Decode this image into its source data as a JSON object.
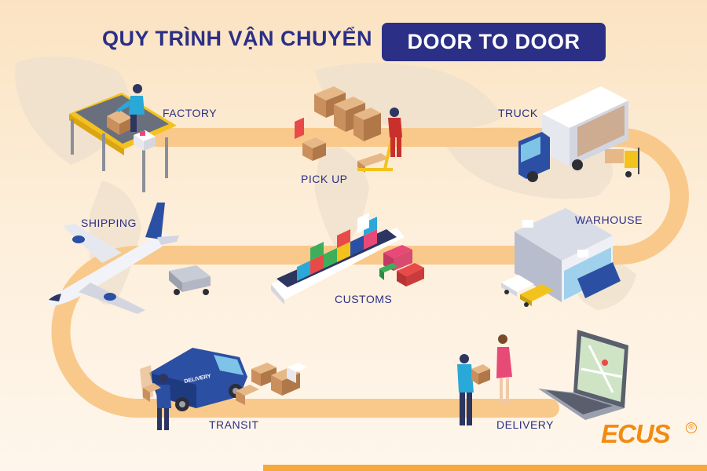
{
  "header": {
    "title": "QUY TRÌNH VẬN CHUYỂN",
    "badge": "DOOR TO DOOR"
  },
  "steps": {
    "factory": "FACTORY",
    "pickup": "PICK UP",
    "truck": "TRUCK",
    "warehouse": "WARHOUSE",
    "shipping": "SHIPPING",
    "customs": "CUSTOMS",
    "transit": "TRANSIT",
    "delivery": "DELIVERY"
  },
  "van_text": "DELIVERY",
  "brand": {
    "logo": "ECUS",
    "registered": "®"
  },
  "colors": {
    "navy": "#2b2f86",
    "path": "#f8c98a",
    "orange": "#f28b12",
    "blue": "#2b4fa3"
  },
  "icons": [
    "factory-conveyor-icon",
    "pallet-jack-icon",
    "truck-icon",
    "warehouse-icon",
    "airplane-icon",
    "container-ship-icon",
    "delivery-van-icon",
    "laptop-map-icon"
  ]
}
